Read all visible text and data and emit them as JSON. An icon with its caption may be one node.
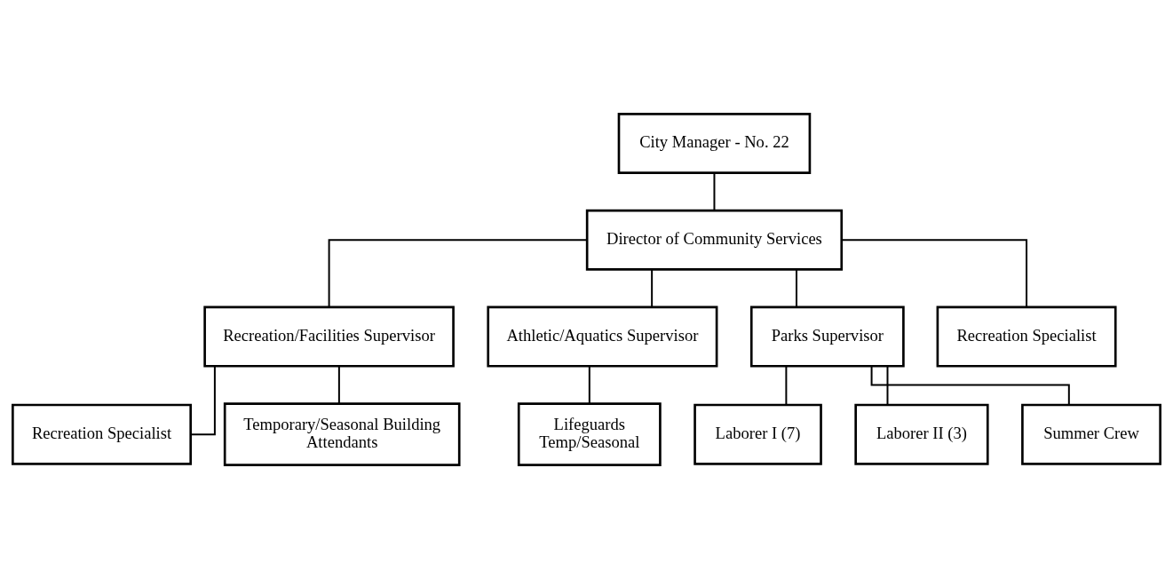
{
  "diagram": {
    "nodes": [
      {
        "text": [
          "City Manager - No. 22"
        ]
      },
      {
        "text": [
          "Director of Community Services"
        ]
      },
      {
        "text": [
          "Recreation/Facilities Supervisor"
        ]
      },
      {
        "text": [
          "Athletic/Aquatics Supervisor"
        ]
      },
      {
        "text": [
          "Recreation Specialist"
        ]
      },
      {
        "text": [
          "Temporary/Seasonal Building Attendants"
        ]
      },
      {
        "text": [
          "Lifeguards Temp/Seasonal"
        ]
      },
      {
        "text": [
          "Parks Supervisor"
        ]
      },
      {
        "text": [
          "Recreation Specialist"
        ]
      },
      {
        "text": [
          "Laborer I (7)"
        ]
      },
      {
        "text": [
          "Laborer II (3)"
        ]
      },
      {
        "text": [
          "Summer Crew"
        ]
      }
    ],
    "edges": [
      {
        "from": 0,
        "to": 1,
        "arrow": "none"
      },
      {
        "from": 1,
        "to": 2,
        "arrow": "none"
      },
      {
        "from": 1,
        "to": 3,
        "arrow": "none"
      },
      {
        "from": 2,
        "to": 4,
        "arrow": "none"
      },
      {
        "from": 2,
        "to": 5,
        "arrow": "none"
      },
      {
        "from": 3,
        "to": 6,
        "arrow": "none"
      },
      {
        "from": 1,
        "to": 7,
        "arrow": "none"
      },
      {
        "from": 1,
        "to": 8,
        "arrow": "none"
      },
      {
        "from": 7,
        "to": 9,
        "arrow": "none"
      },
      {
        "from": 7,
        "to": 10,
        "arrow": "none"
      },
      {
        "from": 7,
        "to": 11,
        "arrow": "none"
      }
    ]
  }
}
